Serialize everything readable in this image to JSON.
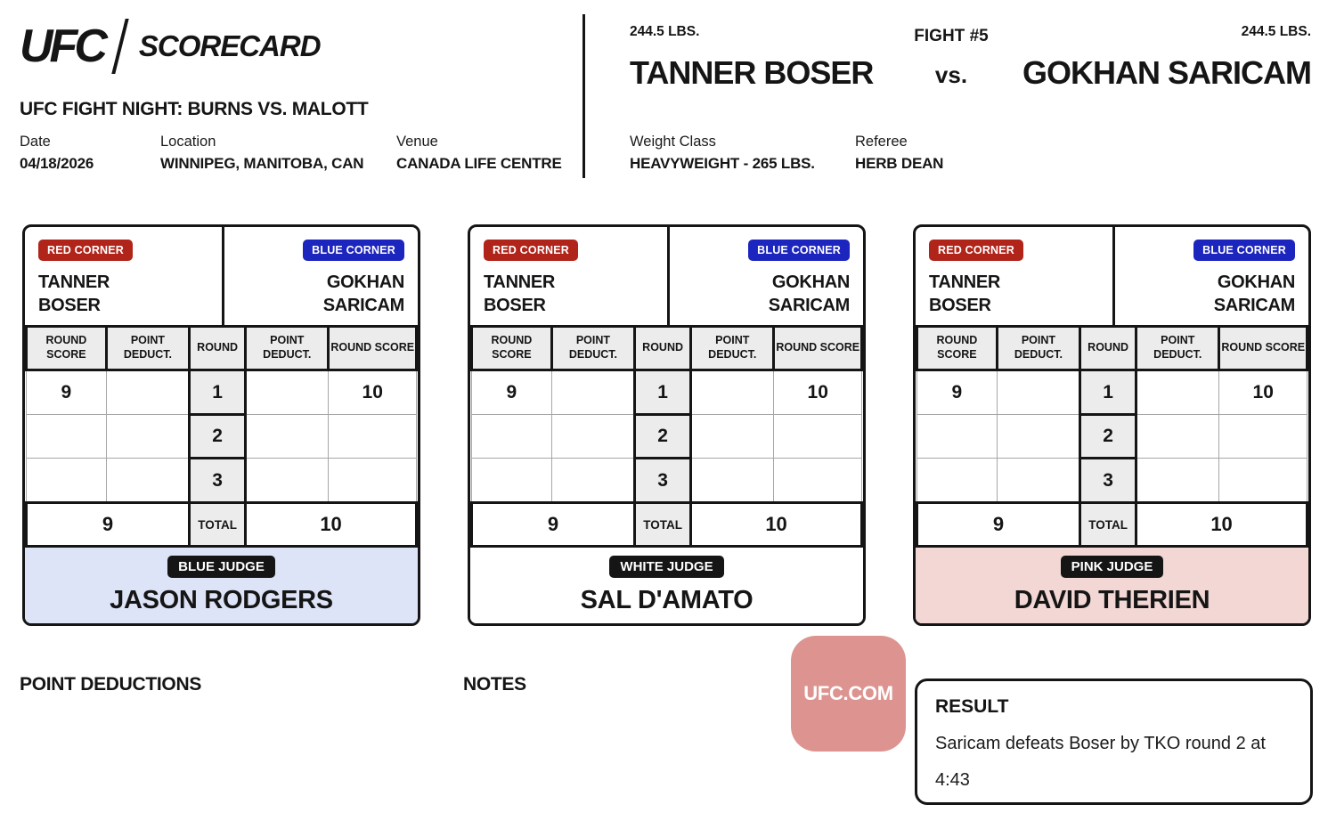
{
  "header": {
    "logo_primary": "UFC",
    "logo_secondary": "SCORECARD",
    "event_title": "UFC FIGHT NIGHT: BURNS VS. MALOTT",
    "date_label": "Date",
    "date_value": "04/18/2026",
    "location_label": "Location",
    "location_value": "WINNIPEG, MANITOBA, CAN",
    "venue_label": "Venue",
    "venue_value": "CANADA LIFE CENTRE",
    "red_weight": "244.5 LBS.",
    "blue_weight": "244.5 LBS.",
    "fight_number": "FIGHT #5",
    "red_fighter": "TANNER BOSER",
    "vs_label": "vs.",
    "blue_fighter": "GOKHAN SARICAM",
    "weight_class_label": "Weight Class",
    "weight_class_value": "HEAVYWEIGHT - 265 LBS.",
    "referee_label": "Referee",
    "referee_value": "HERB DEAN"
  },
  "scorecard_common": {
    "red_corner_label": "RED CORNER",
    "blue_corner_label": "BLUE CORNER",
    "red_fighter_lines": [
      "TANNER",
      "BOSER"
    ],
    "blue_fighter_lines": [
      "GOKHAN",
      "SARICAM"
    ],
    "columns": [
      "ROUND SCORE",
      "POINT DEDUCT.",
      "ROUND",
      "POINT DEDUCT.",
      "ROUND SCORE"
    ],
    "total_label": "TOTAL"
  },
  "judges": [
    {
      "chip_label": "BLUE JUDGE",
      "name": "JASON RODGERS",
      "panel_color": "#dee4f8",
      "rounds": [
        {
          "round": "1",
          "red_score": "9",
          "red_deduction": "",
          "blue_deduction": "",
          "blue_score": "10"
        },
        {
          "round": "2",
          "red_score": "",
          "red_deduction": "",
          "blue_deduction": "",
          "blue_score": ""
        },
        {
          "round": "3",
          "red_score": "",
          "red_deduction": "",
          "blue_deduction": "",
          "blue_score": ""
        }
      ],
      "red_total": "9",
      "blue_total": "10"
    },
    {
      "chip_label": "WHITE JUDGE",
      "name": "SAL D'AMATO",
      "panel_color": "#ffffff",
      "rounds": [
        {
          "round": "1",
          "red_score": "9",
          "red_deduction": "",
          "blue_deduction": "",
          "blue_score": "10"
        },
        {
          "round": "2",
          "red_score": "",
          "red_deduction": "",
          "blue_deduction": "",
          "blue_score": ""
        },
        {
          "round": "3",
          "red_score": "",
          "red_deduction": "",
          "blue_deduction": "",
          "blue_score": ""
        }
      ],
      "red_total": "9",
      "blue_total": "10"
    },
    {
      "chip_label": "PINK JUDGE",
      "name": "DAVID THERIEN",
      "panel_color": "#f2d7d5",
      "rounds": [
        {
          "round": "1",
          "red_score": "9",
          "red_deduction": "",
          "blue_deduction": "",
          "blue_score": "10"
        },
        {
          "round": "2",
          "red_score": "",
          "red_deduction": "",
          "blue_deduction": "",
          "blue_score": ""
        },
        {
          "round": "3",
          "red_score": "",
          "red_deduction": "",
          "blue_deduction": "",
          "blue_score": ""
        }
      ],
      "red_total": "9",
      "blue_total": "10"
    }
  ],
  "footer": {
    "point_deductions_label": "POINT DEDUCTIONS",
    "notes_label": "NOTES",
    "ufc_com_label": "UFC.COM",
    "result_label": "RESULT",
    "result_text": "Saricam defeats Boser by TKO round 2 at 4:43"
  },
  "colors": {
    "red_corner": "#b0241a",
    "blue_corner": "#1c25be",
    "judge_chip_bg": "#151515",
    "ufc_com_badge": "#dd9490",
    "table_header_bg": "#ececec",
    "border_black": "#151515",
    "border_gray": "#a6a6a6"
  }
}
